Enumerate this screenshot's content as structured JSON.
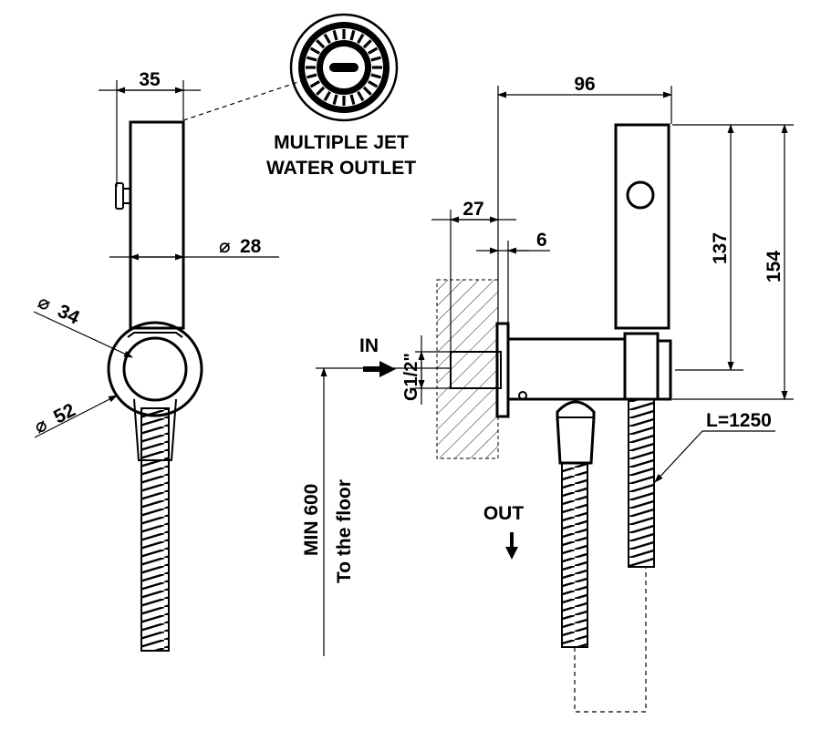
{
  "dimensions": {
    "width_35": "35",
    "diameter_28": "28",
    "diameter_34": "34",
    "diameter_52": "52",
    "width_96": "96",
    "depth_27": "27",
    "offset_6": "6",
    "height_137": "137",
    "height_154": "154",
    "hose_length": "L=1250",
    "thread": "G1/2\"",
    "min_height": "MIN 600",
    "to_floor": "To the floor"
  },
  "callouts": {
    "outlet_line1": "MULTIPLE JET",
    "outlet_line2": "WATER OUTLET",
    "inlet": "IN",
    "outlet": "OUT"
  },
  "symbols": {
    "diameter": "⌀"
  },
  "colors": {
    "line": "#000000",
    "background": "#ffffff"
  }
}
